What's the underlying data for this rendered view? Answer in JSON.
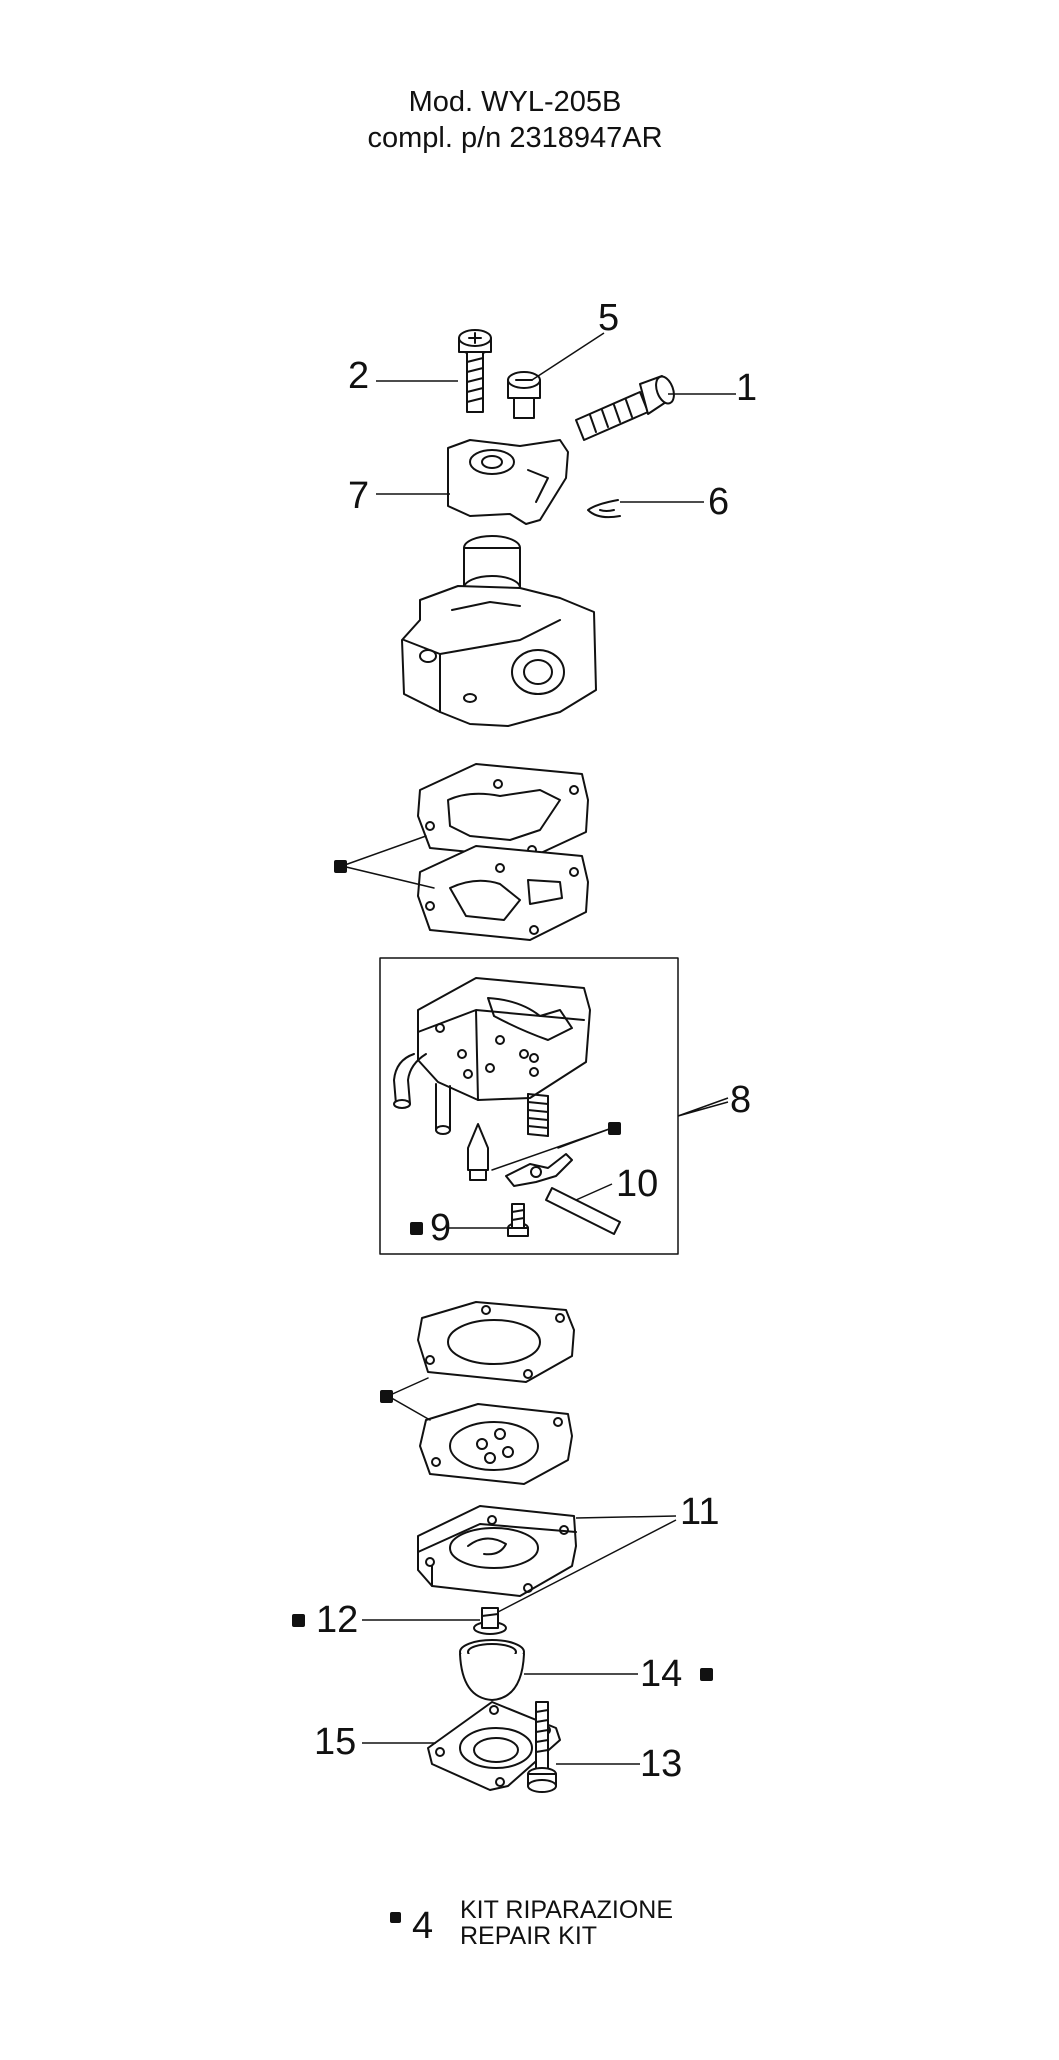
{
  "header": {
    "model": "Mod. WYL-205B",
    "part_number": "compl. p/n 2318947AR"
  },
  "callouts": [
    "1",
    "2",
    "5",
    "6",
    "7",
    "8",
    "9",
    "10",
    "11",
    "12",
    "13",
    "14",
    "15"
  ],
  "legend": {
    "number": "4",
    "line1": "KIT RIPARAZIONE",
    "line2": "REPAIR KIT"
  }
}
